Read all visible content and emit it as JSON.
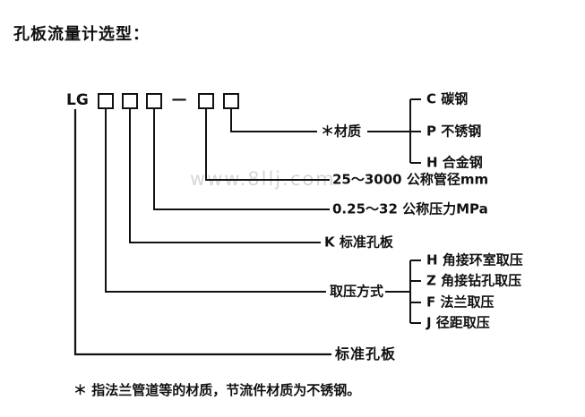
{
  "title": "孔板流量计选型：",
  "watermark": "www.8llj.com",
  "model": {
    "prefix": "LG",
    "separator": "—"
  },
  "branches": {
    "material": {
      "label": "＊材质",
      "options": [
        "C 碳钢",
        "P 不锈钢",
        "H 合金钢"
      ]
    },
    "diameter": "25～3000 公称管径mm",
    "pressure": "0.25～32 公称压力MPa",
    "orifice_k": "K 标准孔板",
    "tapping": {
      "label": "取压方式",
      "options": [
        "H 角接环室取压",
        "Z 角接钻孔取压",
        "F 法兰取压",
        "J 径距取压"
      ]
    },
    "base": "标准孔板"
  },
  "footnote": "＊ 指法兰管道等的材质，节流件材质为不锈钢。"
}
